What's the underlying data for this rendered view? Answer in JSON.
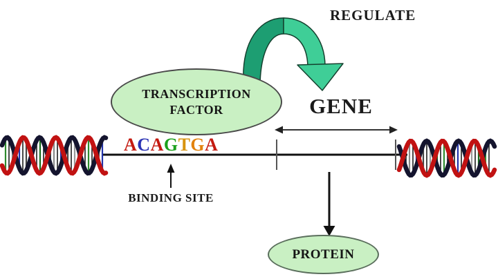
{
  "diagram": {
    "labels": {
      "regulate": "REGULATE",
      "gene": "GENE",
      "transcription_factor_line1": "TRANSCRIPTION",
      "transcription_factor_line2": "FACTOR",
      "binding_site": "BINDING SITE",
      "protein": "PROTEIN"
    },
    "binding_sequence": {
      "text": "ACAGTGA",
      "letters": [
        {
          "char": "A",
          "style": "color:#c41a10"
        },
        {
          "char": "C",
          "style": "color:#2c35b5"
        },
        {
          "char": "A",
          "style": "color:#c41a10"
        },
        {
          "char": "G",
          "style": "color:#1ca01c"
        },
        {
          "char": "T",
          "style": "color:#d89410"
        },
        {
          "char": "G",
          "style": "color:#e2820e"
        },
        {
          "char": "A",
          "style": "color:#c41a10"
        }
      ]
    },
    "colors": {
      "node_fill": "#c9f0c3",
      "node_stroke": "#4a4a4a",
      "regulate_arrow_dark_green": "#1d9e72",
      "regulate_arrow_light_green": "#3fce97",
      "dna_strand_red": "#c11212",
      "dna_strand_dark": "#14142e",
      "line_black": "#111111",
      "text": "#1a1a1a",
      "background": "#ffffff"
    }
  }
}
